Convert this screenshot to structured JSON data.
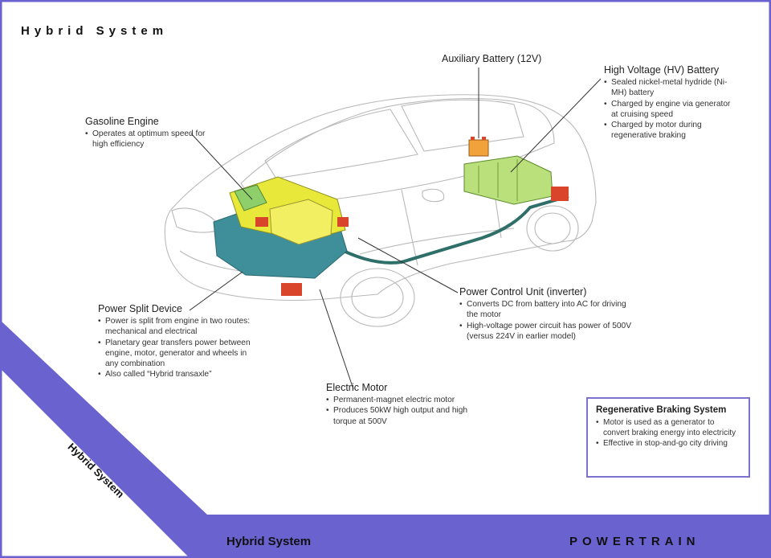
{
  "page_title": "Hybrid System",
  "side_band_label": "Hybrid System",
  "footer": {
    "left": "Hybrid System",
    "right": "POWERTRAIN"
  },
  "colors": {
    "frame": "#6a62cf",
    "box_border": "#7a72cc",
    "engine": "#e8e83a",
    "transaxle": "#3f8f9b",
    "battery": "#b9e07a",
    "cable": "#2f6f6a",
    "mounts": "#d9452b"
  },
  "callouts": {
    "auxiliary_battery": {
      "title": "Auxiliary Battery (12V)",
      "bullets": []
    },
    "hv_battery": {
      "title": "High Voltage (HV) Battery",
      "bullets": [
        "Sealed nickel-metal hydride (Ni-MH) battery",
        "Charged by engine via generator at cruising speed",
        "Charged by motor during regenerative braking"
      ]
    },
    "gasoline_engine": {
      "title": "Gasoline Engine",
      "bullets": [
        "Operates at optimum speed for high efficiency"
      ]
    },
    "power_split": {
      "title": "Power Split Device",
      "bullets": [
        "Power is split from engine in two routes: mechanical and electrical",
        "Planetary gear transfers power between engine, motor, generator and wheels in any combination",
        "Also called “Hybrid transaxle”"
      ]
    },
    "pcu": {
      "title": "Power Control Unit (inverter)",
      "bullets": [
        "Converts DC from battery into AC for driving the motor",
        "High-voltage power circuit has power of 500V (versus 224V in earlier model)"
      ]
    },
    "electric_motor": {
      "title": "Electric Motor",
      "bullets": [
        "Permanent-magnet electric motor",
        "Produces 50kW high output and high torque at 500V"
      ]
    },
    "regen": {
      "title": "Regenerative Braking System",
      "bullets": [
        "Motor is used as a generator to convert braking energy into electricity",
        "Effective in stop-and-go city driving"
      ]
    }
  }
}
